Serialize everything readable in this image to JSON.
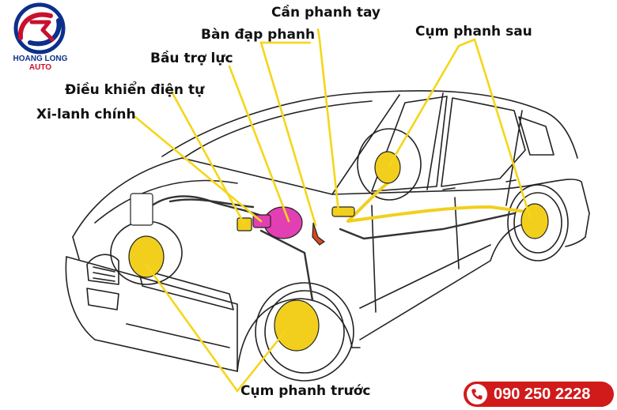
{
  "brand": {
    "name_main": "HOANG LONG",
    "name_accent": "AUTO",
    "colors": {
      "navy": "#0d2f8c",
      "red": "#c8102e"
    }
  },
  "labels": {
    "handbrake": "Cần phanh tay",
    "brake_pedal": "Bàn đạp phanh",
    "rear_brake": "Cụm phanh sau",
    "booster": "Bầu trợ lực",
    "ecu": "Điều khiển điện tự",
    "master_cylinder": "Xi-lanh chính",
    "front_brake": "Cụm phanh trước"
  },
  "contact": {
    "phone": "090 250 2228",
    "icon": "phone-icon",
    "color": "#d11a1a"
  },
  "diagram": {
    "subject": "car-brake-system",
    "highlight_color": "#f2cf1d",
    "booster_color": "#e23fb3",
    "pedal_color": "#d9481c"
  }
}
